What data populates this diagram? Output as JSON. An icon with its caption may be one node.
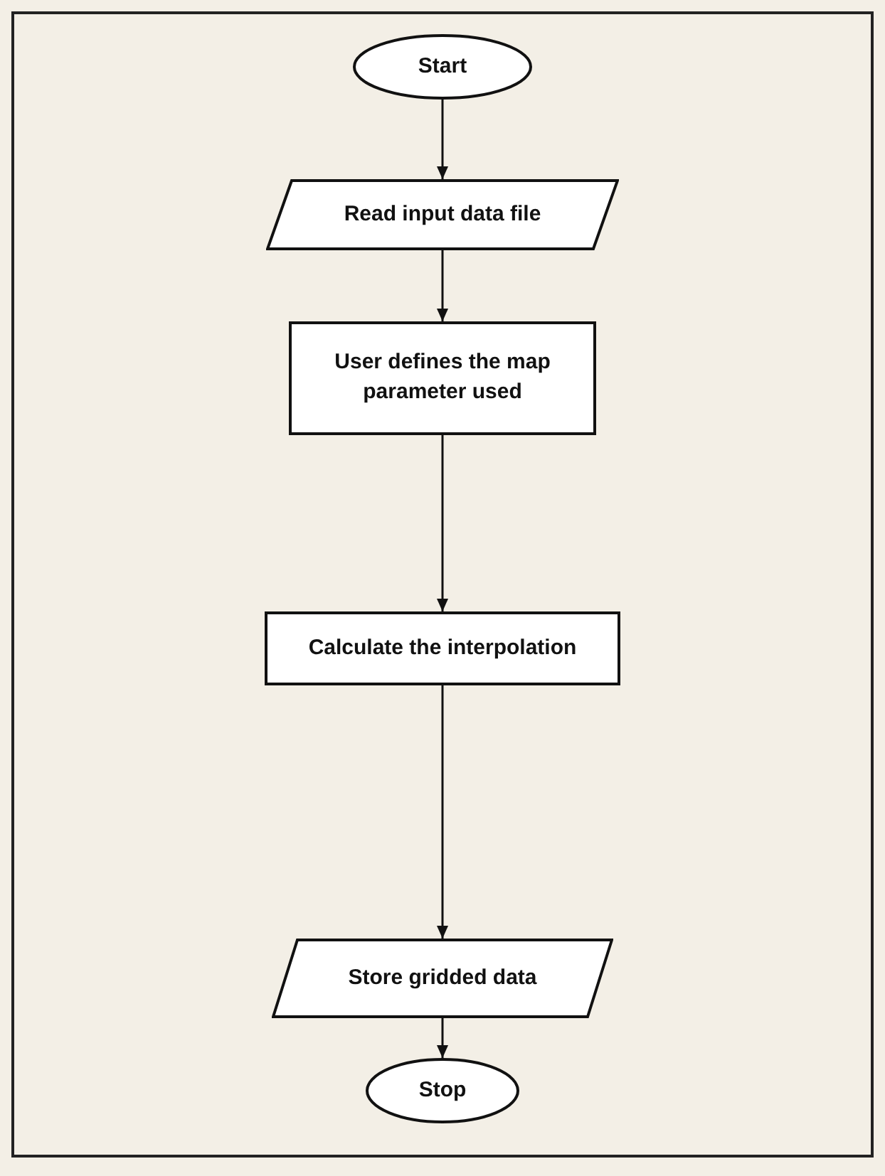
{
  "diagram": {
    "nodes": [
      {
        "text": [
          "Start"
        ]
      },
      {
        "text": [
          "Read input data file"
        ]
      },
      {
        "text": [
          "User defines the map parameter used"
        ]
      },
      {
        "text": [
          "Calculate the interpolation"
        ]
      },
      {
        "text": [
          "Store gridded data"
        ]
      },
      {
        "text": [
          "Stop"
        ]
      }
    ],
    "edges": [
      {
        "from": 0,
        "to": 1,
        "arrow": "to"
      },
      {
        "from": 1,
        "to": 2,
        "arrow": "to"
      },
      {
        "from": 2,
        "to": 3,
        "arrow": "to"
      },
      {
        "from": 3,
        "to": 4,
        "arrow": "to"
      },
      {
        "from": 4,
        "to": 5,
        "arrow": "to"
      }
    ]
  }
}
